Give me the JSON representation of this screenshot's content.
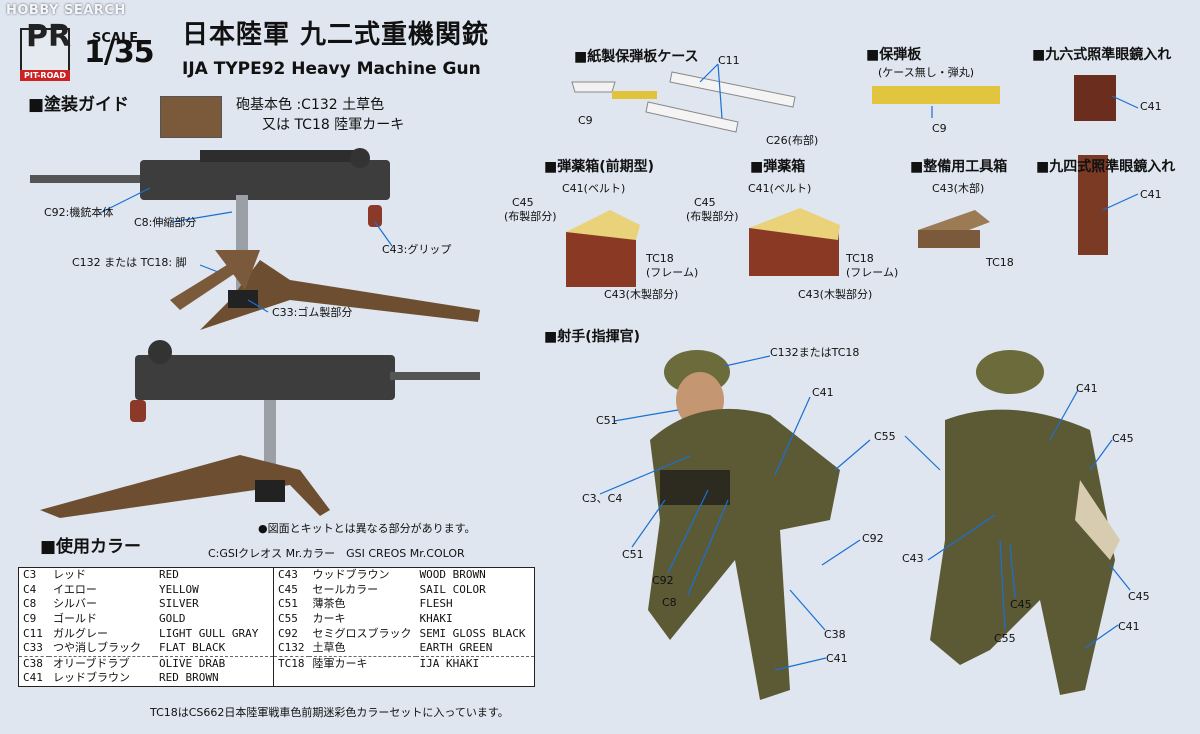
{
  "watermark": "HOBBY SEARCH",
  "logo": {
    "mark": "PR",
    "text": "PIT-ROAD"
  },
  "scale": {
    "label": "SCALE",
    "value": "1/35"
  },
  "title": {
    "jp": "日本陸軍 九二式重機関銃",
    "en": "IJA TYPE92 Heavy Machine Gun"
  },
  "paint_guide": {
    "heading": "■塗装ガイド",
    "base_line1": "砲基本色 :C132 土草色",
    "base_line2": "又は TC18 陸軍カーキ",
    "swatch_color": "#7a5a3a"
  },
  "gun_callouts": [
    "C92:機銃本体",
    "C8:伸縮部分",
    "C43:グリップ",
    "C132 または TC18: 脚",
    "C33:ゴム製部分"
  ],
  "note": "●図面とキットとは異なる部分があります。",
  "colors_section": {
    "heading": "■使用カラー",
    "legend": "C:GSIクレオス Mr.カラー　GSI CREOS Mr.COLOR",
    "left": [
      {
        "code": "C3",
        "jp": "レッド",
        "en": "RED"
      },
      {
        "code": "C4",
        "jp": "イエロー",
        "en": "YELLOW"
      },
      {
        "code": "C8",
        "jp": "シルバー",
        "en": "SILVER"
      },
      {
        "code": "C9",
        "jp": "ゴールド",
        "en": "GOLD"
      },
      {
        "code": "C11",
        "jp": "ガルグレー",
        "en": "LIGHT GULL GRAY"
      },
      {
        "code": "C33",
        "jp": "つや消しブラック",
        "en": "FLAT BLACK"
      },
      {
        "code": "C38",
        "jp": "オリーブドラブ",
        "en": "OLIVE DRAB"
      },
      {
        "code": "C41",
        "jp": "レッドブラウン",
        "en": "RED BROWN"
      }
    ],
    "right": [
      {
        "code": "C43",
        "jp": "ウッドブラウン",
        "en": "WOOD BROWN"
      },
      {
        "code": "C45",
        "jp": "セールカラー",
        "en": "SAIL COLOR"
      },
      {
        "code": "C51",
        "jp": "薄茶色",
        "en": "FLESH"
      },
      {
        "code": "C55",
        "jp": "カーキ",
        "en": "KHAKI"
      },
      {
        "code": "C92",
        "jp": "セミグロスブラック",
        "en": "SEMI GLOSS BLACK"
      },
      {
        "code": "C132",
        "jp": "土草色",
        "en": "EARTH GREEN"
      },
      {
        "code": "TC18",
        "jp": "陸軍カーキ",
        "en": "IJA KHAKI"
      }
    ],
    "footer": "TC18はCS662日本陸軍戦車色前期迷彩色カラーセットに入っています。"
  },
  "parts": {
    "paper_case": {
      "heading": "■紙製保弾板ケース",
      "c11": "C11",
      "c9": "C9",
      "c26": "C26(布部)"
    },
    "clip": {
      "heading": "■保弾板",
      "sub": "(ケース無し・弾丸)",
      "c9": "C9"
    },
    "scope96": {
      "heading": "■九六式照準眼鏡入れ",
      "c41": "C41"
    },
    "ammo_early": {
      "heading": "■弾薬箱(前期型)",
      "c41": "C41(ベルト)",
      "c45a": "C45",
      "c45b": "(布製部分)",
      "tc18a": "TC18",
      "tc18b": "(フレーム)",
      "c43": "C43(木製部分)"
    },
    "ammo": {
      "heading": "■弾薬箱",
      "c41": "C41(ベルト)",
      "c45a": "C45",
      "c45b": "(布製部分)",
      "tc18a": "TC18",
      "tc18b": "(フレーム)",
      "c43": "C43(木製部分)"
    },
    "toolbox": {
      "heading": "■整備用工具箱",
      "c43": "C43(木部)",
      "tc18": "TC18"
    },
    "scope94": {
      "heading": "■九四式照準眼鏡入れ",
      "c41": "C41"
    }
  },
  "gunner": {
    "heading": "■射手(指揮官)",
    "callouts": {
      "helmet": "C132またはTC18",
      "c41_front": "C41",
      "c51_top": "C51",
      "c3c4": "C3、C4",
      "c51_hand": "C51",
      "c92_front": "C92",
      "c8": "C8",
      "c55_front": "C55",
      "c92_right": "C92",
      "c38": "C38",
      "c41_boot": "C41",
      "c41_back": "C41",
      "c45_back": "C45",
      "c43_back": "C43",
      "c45_bag": "C45",
      "c45_right": "C45",
      "c55_back": "C55",
      "c41_back_boot": "C41"
    }
  }
}
